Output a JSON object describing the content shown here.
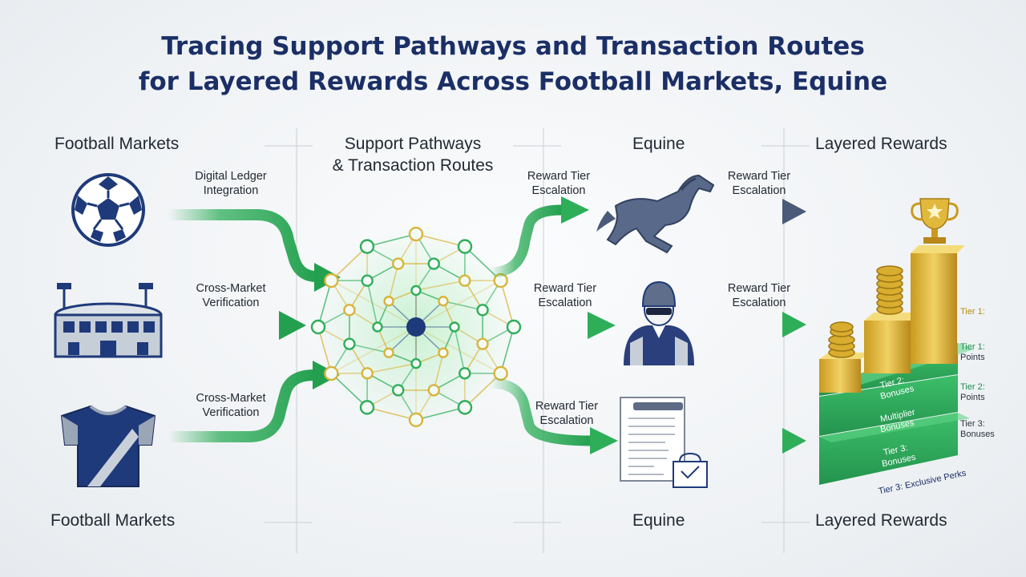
{
  "title": {
    "line1": "Tracing Support Pathways and Transaction Routes",
    "line2": "for Layered Rewards Across Football Markets, Equine"
  },
  "columns": {
    "football_top": "Football Markets",
    "support_line1": "Support Pathways",
    "support_line2": "& Transaction Routes",
    "equine_top": "Equine",
    "rewards_top": "Layered Rewards",
    "football_bottom": "Football Markets",
    "equine_bottom": "Equine",
    "rewards_bottom": "Layered Rewards"
  },
  "left_links": [
    {
      "line1": "Digital Ledger",
      "line2": "Integration"
    },
    {
      "line1": "Cross-Market",
      "line2": "Verification"
    },
    {
      "line1": "Cross-Market",
      "line2": "Verification"
    }
  ],
  "mid_links": [
    {
      "line1": "Reward Tier",
      "line2": "Escalation"
    },
    {
      "line1": "Reward Tier",
      "line2": "Escalation"
    },
    {
      "line1": "Reward Tier",
      "line2": "Escalation"
    }
  ],
  "right_links": [
    {
      "line1": "Reward Tier",
      "line2": "Escalation"
    },
    {
      "line1": "Reward Tier",
      "line2": "Escalation"
    }
  ],
  "tiers": {
    "side_1": "Tier 1:",
    "side_2a": "Tier 1:",
    "side_2b": "Points",
    "side_3a": "Tier 2:",
    "side_3b": "Points",
    "side_4a": "Tier 3:",
    "side_4b": "Bonuses",
    "block_1a": "Tier 2:",
    "block_1b": "Bonuses",
    "block_2a": "Multiplier",
    "block_2b": "Bonuses",
    "block_3a": "Tier 3:",
    "block_3b": "Bonuses",
    "base": "Tier 3: Exclusive Perks"
  },
  "icons": {
    "row1_left": "soccer-ball-icon",
    "row2_left": "stadium-icon",
    "row3_left": "jersey-icon",
    "row1_mid": "horse-icon",
    "row2_mid": "jockey-icon",
    "row3_mid": "ledger-receipt-icon",
    "rewards": "trophy-icon"
  },
  "colors": {
    "title": "#1b2f66",
    "navy": "#1f3a7a",
    "green": "#2fae5a",
    "gold": "#d9b43a",
    "slate": "#4a5a78"
  }
}
